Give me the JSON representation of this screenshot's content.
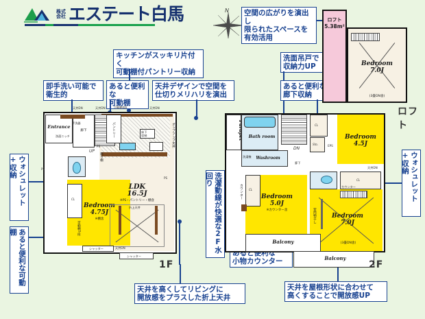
{
  "company": {
    "prefix_line1": "株式",
    "prefix_line2": "会社",
    "name": "エステート白馬",
    "logo_icon": "mountain-logo-icon"
  },
  "compass": {
    "north_label": "N",
    "icon": "compass-rose-icon"
  },
  "plans": [
    {
      "key": "floor1",
      "label": "1F"
    },
    {
      "key": "floor2",
      "label": "2F"
    },
    {
      "key": "loft",
      "label": "ロフト"
    }
  ],
  "callouts": [
    {
      "id": "c-pantry",
      "text": "キッチンがスッキリ片付く\n可動棚付パントリー収納"
    },
    {
      "id": "c-handwash",
      "text": "即手洗い可能で\n衛生的"
    },
    {
      "id": "c-shelf",
      "text": "あると便利な\n可動棚"
    },
    {
      "id": "c-ceiling",
      "text": "天井デザインで空間を\n仕切りメリハリを演出"
    },
    {
      "id": "c-loft",
      "text": "空間の広がりを演出し\n限られたスペースを\n有効活用"
    },
    {
      "id": "c-vanity",
      "text": "洗面吊戸で\n収納力UP"
    },
    {
      "id": "c-corridor",
      "text": "あると便利な\n廊下収納"
    },
    {
      "id": "c-washlet-l",
      "text": "ウォシュレット+収納"
    },
    {
      "id": "c-movable-l",
      "text": "あると便利な可動棚"
    },
    {
      "id": "c-washlet-r",
      "text": "ウォシュレット+収納"
    },
    {
      "id": "c-laundry",
      "text": "洗濯動線が快適な2F水回り"
    },
    {
      "id": "c-counter",
      "text": "あると便利な\n小物カウンター"
    },
    {
      "id": "c-living",
      "text": "天井を高くしてリビングに\n開放感をプラスした折上天井"
    },
    {
      "id": "c-roof",
      "text": "天井を屋根形状に合わせて\n高くすることで開放感UP"
    }
  ],
  "floor1": {
    "rooms": [
      {
        "name": "Bedroom",
        "area": "4.75J",
        "sub": "※棚含"
      },
      {
        "name": "LDK",
        "area": "16.5J",
        "sub": "※PS・パントリー・棚含"
      },
      {
        "name": "Entrance",
        "area": ""
      }
    ],
    "jp_labels": [
      "廊下",
      "パントリー",
      "UP",
      "PS",
      "PS",
      "CL",
      "洗面台",
      "天井DN",
      "天井DN",
      "天井DN",
      "天井DN",
      "可動棚4段",
      "冷蔵庫",
      "床下収納",
      "ポップアップ天井",
      "折上天井",
      "シャッター",
      "シャッター",
      "可動棚5段",
      "飾り棚",
      "洗面ニッチ",
      "廊下収納"
    ]
  },
  "floor2": {
    "rooms": [
      {
        "name": "Bedroom",
        "area": "4.5J"
      },
      {
        "name": "Bedroom",
        "area": "5.0J",
        "sub": "※カウンター含"
      },
      {
        "name": "Bedroom",
        "area": "7.0J",
        "sub": "(3畳DN含)"
      },
      {
        "name": "Bath room",
        "area": ""
      },
      {
        "name": "Washroom",
        "area": ""
      },
      {
        "name": "Balcony",
        "area": ""
      },
      {
        "name": "Balcony",
        "area": ""
      },
      {
        "name": "Parapet",
        "area": ""
      }
    ],
    "jp_labels": [
      "CL",
      "CL",
      "CL",
      "DN",
      "EPS",
      "Sto.",
      "廊下",
      "天井DN",
      "洗濯機",
      "天井DN",
      "カウンター",
      "カウンター",
      "室内物干し",
      "収納",
      "可動棚"
    ]
  },
  "loft": {
    "rooms": [
      {
        "name": "ロフト",
        "area": "5.38m²"
      },
      {
        "name": "Bedroom",
        "area": "7.0J",
        "sub": "(3畳DN含)"
      }
    ]
  },
  "colors": {
    "background": "#eaf5e1",
    "callout_border": "#16408f",
    "callout_text": "#16408f",
    "bedroom_fill": "#ffe600",
    "loft_fill": "#f6c9da",
    "ldk_fill": "#f7f1e4",
    "water_fill": "#dcecf5",
    "logo_navy": "#15306e",
    "logo_green": "#16a04a"
  }
}
